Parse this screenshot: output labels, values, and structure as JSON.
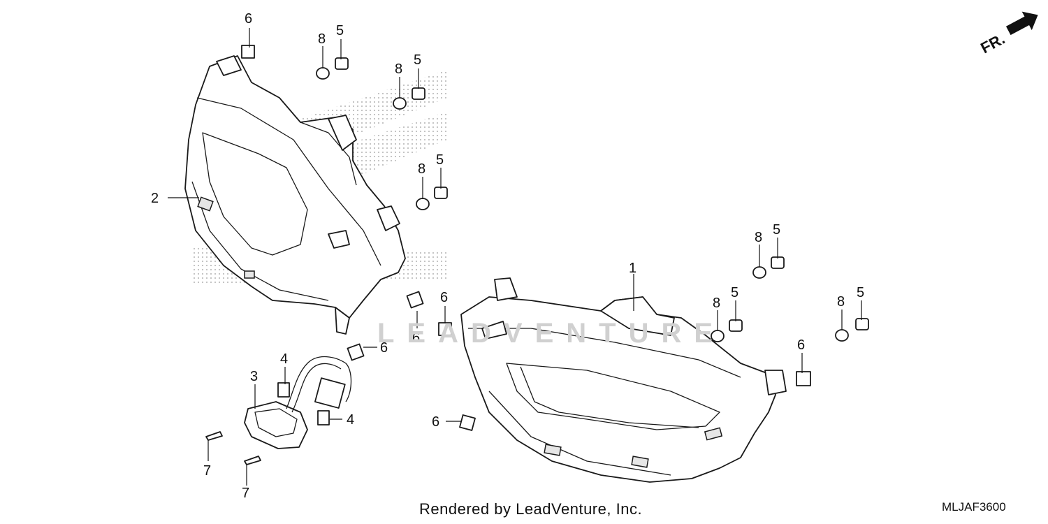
{
  "footer": {
    "text": "Rendered by LeadVenture, Inc.",
    "code": "MLJAF3600"
  },
  "direction": {
    "label": "FR."
  },
  "watermark": {
    "text": "LEADVENTURE"
  },
  "callouts": {
    "c1": "1",
    "c2": "2",
    "c3": "3",
    "c4a": "4",
    "c4b": "4",
    "c5a": "5",
    "c5b": "5",
    "c5c": "5",
    "c5d": "5",
    "c5e": "5",
    "c6a": "6",
    "c6b": "6",
    "c6c": "6",
    "c6d": "6",
    "c6e": "6",
    "c6f": "6",
    "c7a": "7",
    "c7b": "7",
    "c8a": "8",
    "c8b": "8",
    "c8c": "8",
    "c8d": "8",
    "c8e": "8"
  }
}
